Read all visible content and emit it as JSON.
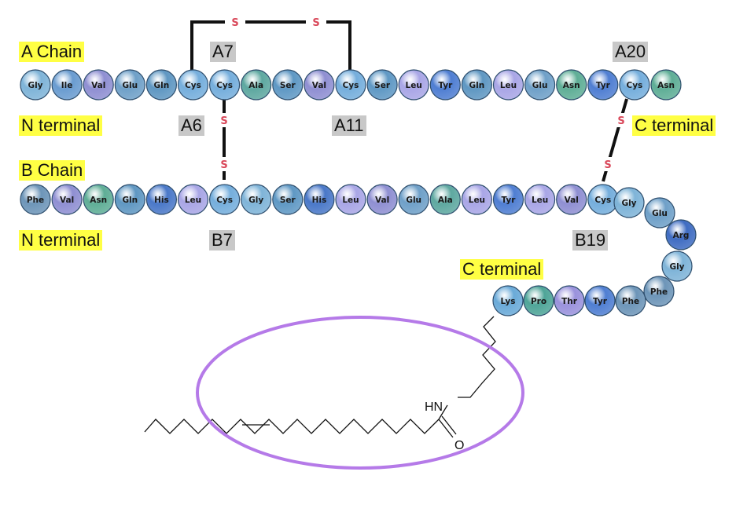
{
  "labels": {
    "a_chain": "A Chain",
    "b_chain": "B Chain",
    "a_n_terminal": "N terminal",
    "b_n_terminal": "N terminal",
    "a_c_terminal": "C terminal",
    "b_c_terminal": "C terminal",
    "a7": "A7",
    "a20": "A20",
    "a6": "A6",
    "a11": "A11",
    "b7": "B7",
    "b19": "B19"
  },
  "sulfur": "S",
  "chem": {
    "amine": "HN",
    "oxygen": "O"
  },
  "chains": {
    "a": [
      "Gly",
      "Ile",
      "Val",
      "Glu",
      "Gln",
      "Cys",
      "Cys",
      "Ala",
      "Ser",
      "Val",
      "Cys",
      "Ser",
      "Leu",
      "Tyr",
      "Gln",
      "Leu",
      "Glu",
      "Asn",
      "Tyr",
      "Cys",
      "Asn"
    ],
    "b_linear": [
      "Phe",
      "Val",
      "Asn",
      "Gln",
      "His",
      "Leu",
      "Cys",
      "Gly",
      "Ser",
      "His",
      "Leu",
      "Val",
      "Glu",
      "Ala",
      "Leu",
      "Tyr",
      "Leu",
      "Val",
      "Cys"
    ],
    "b_tail": [
      "Gly",
      "Glu",
      "Arg",
      "Gly",
      "Phe",
      "Phe",
      "Tyr",
      "Thr",
      "Pro",
      "Lys"
    ]
  },
  "colors": {
    "Gly": "#7fb4d8",
    "Ile": "#6a9cd0",
    "Val": "#8f8fd2",
    "Glu": "#6fa0c8",
    "Gln": "#5f97c2",
    "Cys": "#75aedc",
    "Ala": "#5ea8a0",
    "Ser": "#5f98c4",
    "Leu": "#a9a6e6",
    "Tyr": "#4f7ed2",
    "Asn": "#5fae96",
    "Phe": "#6d95b8",
    "His": "#4a78c8",
    "Arg": "#3f6cc2",
    "Pro": "#4fa598",
    "Thr": "#9a92dc",
    "Lys": "#6aaad8"
  },
  "highlight_color": "#ffff44",
  "ellipse_color": "#b57ae8"
}
